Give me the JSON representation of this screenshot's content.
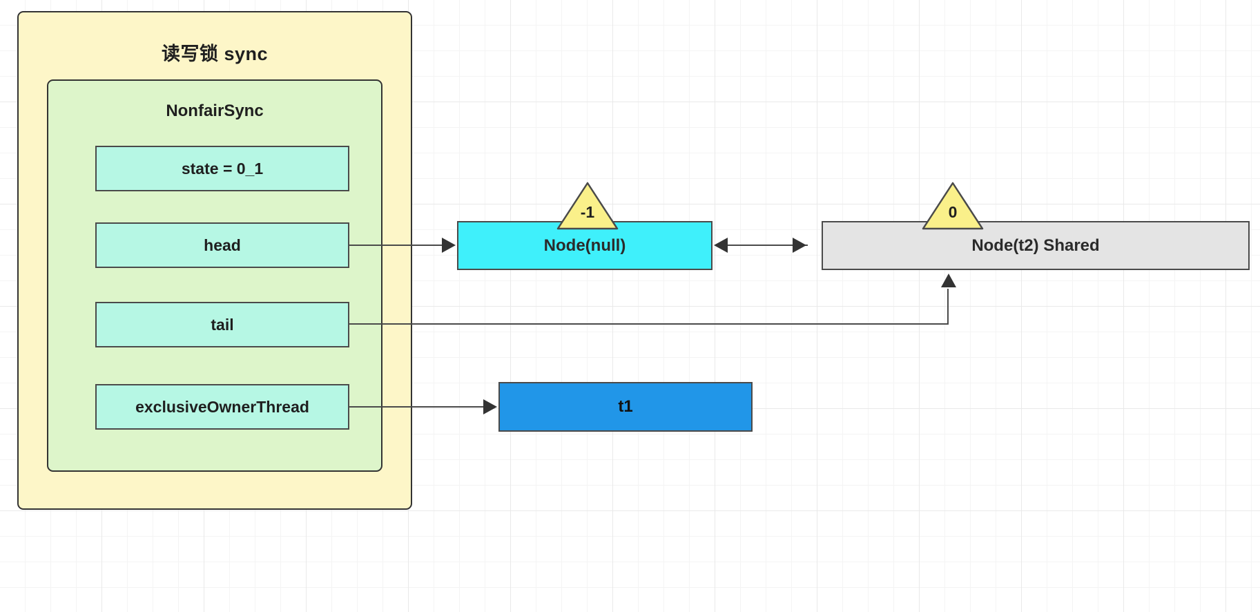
{
  "diagram": {
    "title": "读写锁 sync",
    "outer_container": {
      "label": "读写锁 sync",
      "fill": "#fdf6c8",
      "stroke": "#333333"
    },
    "inner_container": {
      "label": "NonfairSync",
      "fill": "#ddf5ca",
      "stroke": "#333333"
    },
    "fields": [
      {
        "name": "state",
        "label": "state = 0_1",
        "fill": "#b6f7e4"
      },
      {
        "name": "head",
        "label": "head",
        "fill": "#b6f7e4"
      },
      {
        "name": "tail",
        "label": "tail",
        "fill": "#b6f7e4"
      },
      {
        "name": "exclusiveOwnerThread",
        "label": "exclusiveOwnerThread",
        "fill": "#b6f7e4"
      }
    ],
    "nodes": [
      {
        "name": "node-null",
        "label": "Node(null)",
        "fill": "#3ff0fb",
        "wait_status": "-1"
      },
      {
        "name": "node-t2",
        "label": "Node(t2) Shared",
        "fill": "#e4e4e4",
        "wait_status": "0"
      },
      {
        "name": "thread-t1",
        "label": "t1",
        "fill": "#2196e8"
      }
    ],
    "wait_status_badges": [
      {
        "value": "-1",
        "attached_to": "Node(null)",
        "fill": "#faf08a"
      },
      {
        "value": "0",
        "attached_to": "Node(t2) Shared",
        "fill": "#faf08a"
      }
    ],
    "connections": [
      {
        "from": "head",
        "to": "Node(null)",
        "style": "arrow-right"
      },
      {
        "from": "Node(null)",
        "to": "Node(t2) Shared",
        "style": "double-arrow"
      },
      {
        "from": "tail",
        "to": "Node(t2) Shared",
        "style": "arrow-up-elbow"
      },
      {
        "from": "exclusiveOwnerThread",
        "to": "t1",
        "style": "arrow-right"
      }
    ],
    "colors": {
      "grid_minor": "#f4f4f4",
      "grid_major": "#e9e9e9",
      "connector": "#4a4a4a",
      "arrowhead": "#333333"
    }
  }
}
